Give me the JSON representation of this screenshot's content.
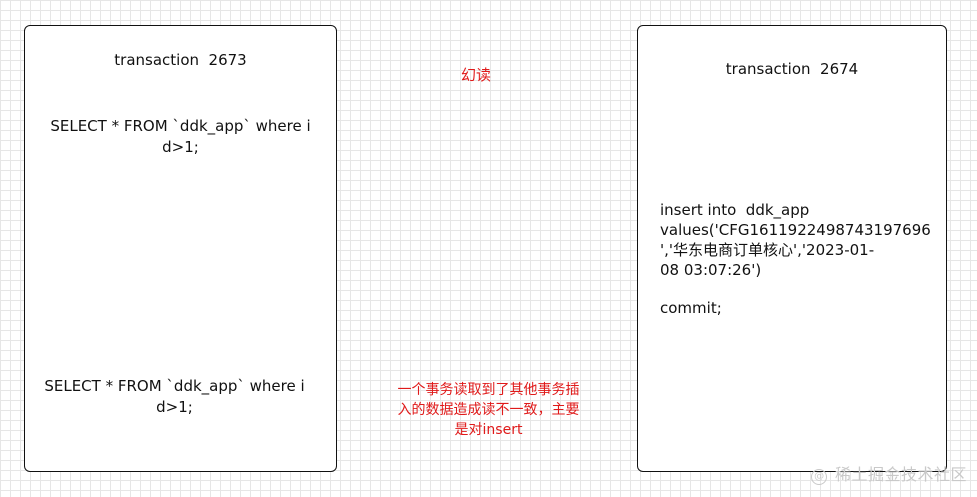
{
  "left_box": {
    "title": "transaction  2673",
    "query1_line1": "SELECT * FROM `ddk_app` where i",
    "query1_line2": "d>1;",
    "query2_line1": "SELECT * FROM `ddk_app` where i",
    "query2_line2": "d>1;"
  },
  "right_box": {
    "title": "transaction  2674",
    "insert_line1": "insert into  ddk_app",
    "insert_line2": "values('CFG1611922498743197696",
    "insert_line3": "','华东电商订单核心','2023-01-",
    "insert_line4": "08 03:07:26')",
    "commit": "commit;"
  },
  "labels": {
    "phantom_read": "幻读",
    "explanation_line1": "一个事务读取到了其他事务插",
    "explanation_line2": "入的数据造成读不一致，主要",
    "explanation_line3": "是对insert"
  },
  "watermark": {
    "symbol": "@",
    "text": "稀土掘金技术社区"
  },
  "colors": {
    "annotation_red": "#e01a1a",
    "box_border": "#111111",
    "grid": "#e6e6e6"
  }
}
